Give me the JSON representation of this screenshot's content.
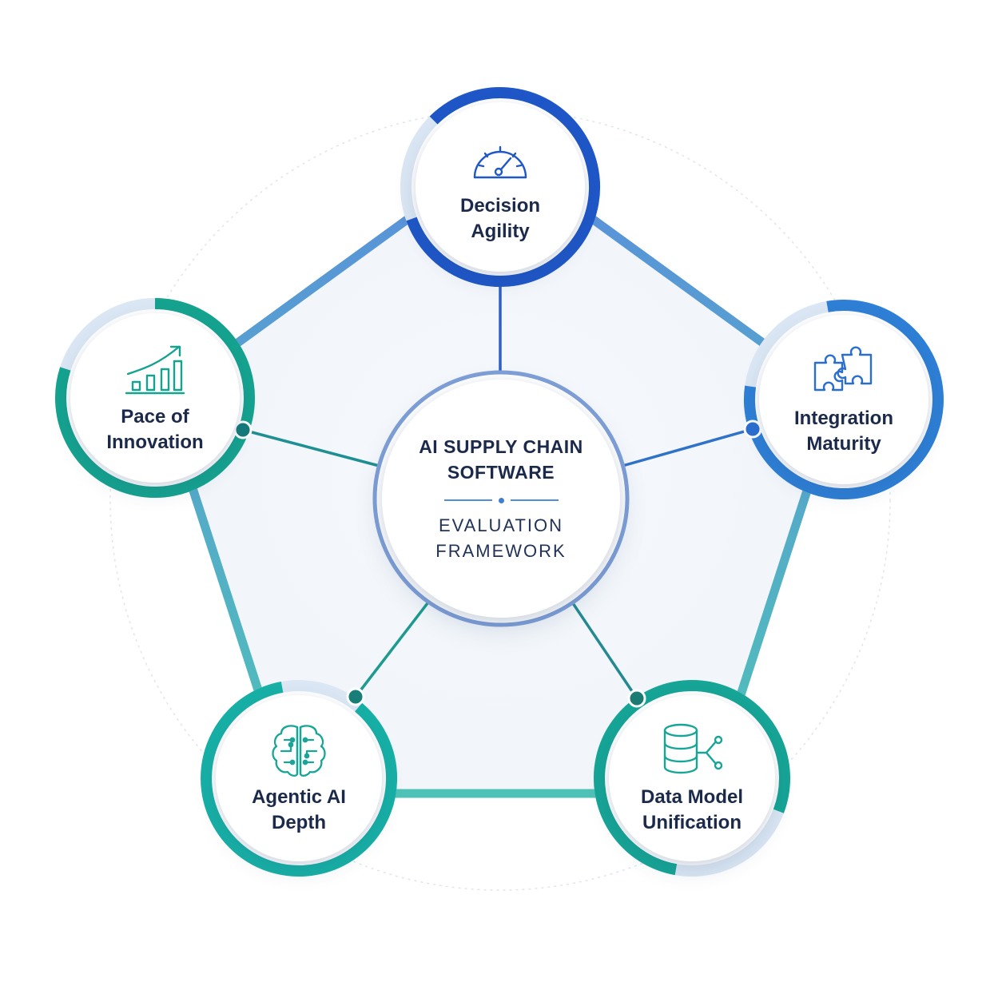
{
  "center": {
    "title_line1": "AI SUPPLY CHAIN",
    "title_line2": "SOFTWARE",
    "subtitle_line1": "EVALUATION",
    "subtitle_line2": "FRAMEWORK"
  },
  "pillars": [
    {
      "key": "top",
      "line1": "Decision",
      "line2": "Agility",
      "icon": "speedometer-gauge-icon",
      "color": "#1f57c8",
      "progress": 0.82
    },
    {
      "key": "right",
      "line1": "Integration",
      "line2": "Maturity",
      "icon": "puzzle-pieces-icon",
      "color": "#2e7fd6",
      "progress": 0.8
    },
    {
      "key": "left",
      "line1": "Pace of",
      "line2": "Innovation",
      "icon": "growth-bar-chart-icon",
      "color": "#15a38f",
      "progress": 0.8
    },
    {
      "key": "bl",
      "line1": "Agentic AI",
      "line2": "Depth",
      "icon": "brain-circuit-icon",
      "color": "#17b0a6",
      "progress": 0.86
    },
    {
      "key": "br",
      "line1": "Data Model",
      "line2": "Unification",
      "icon": "database-network-icon",
      "color": "#16a596",
      "progress": 0.78
    }
  ]
}
